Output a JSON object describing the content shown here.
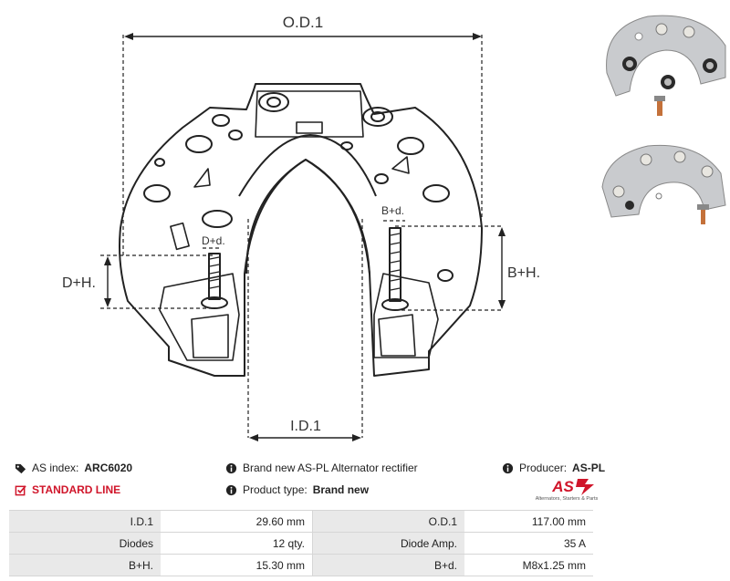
{
  "drawing": {
    "labels": {
      "od": "O.D.1",
      "id": "I.D.1",
      "dh": "D+H.",
      "bh": "B+H.",
      "dd": "D+d.",
      "bd": "B+d."
    }
  },
  "info": {
    "as_index_label": "AS index:",
    "as_index_value": "ARC6020",
    "line": "STANDARD LINE",
    "brand_desc": "Brand new AS-PL Alternator rectifier",
    "product_type_label": "Product type:",
    "product_type_value": "Brand new",
    "producer_label": "Producer:",
    "producer_value": "AS-PL",
    "logo_text": "AS",
    "logo_tagline": "Alternators, Starters & Parts"
  },
  "specs": [
    {
      "label1": "I.D.1",
      "value1": "29.60 mm",
      "label2": "O.D.1",
      "value2": "117.00 mm"
    },
    {
      "label1": "Diodes",
      "value1": "12 qty.",
      "label2": "Diode Amp.",
      "value2": "35 A"
    },
    {
      "label1": "B+H.",
      "value1": "15.30 mm",
      "label2": "B+d.",
      "value2": "M8x1.25 mm"
    }
  ],
  "colors": {
    "accent_red": "#d0152a",
    "line": "#222222",
    "label_bg": "#e9e9e9"
  },
  "icons": {
    "tag": "tag-icon",
    "info": "info-icon",
    "check": "checkbox-icon"
  }
}
